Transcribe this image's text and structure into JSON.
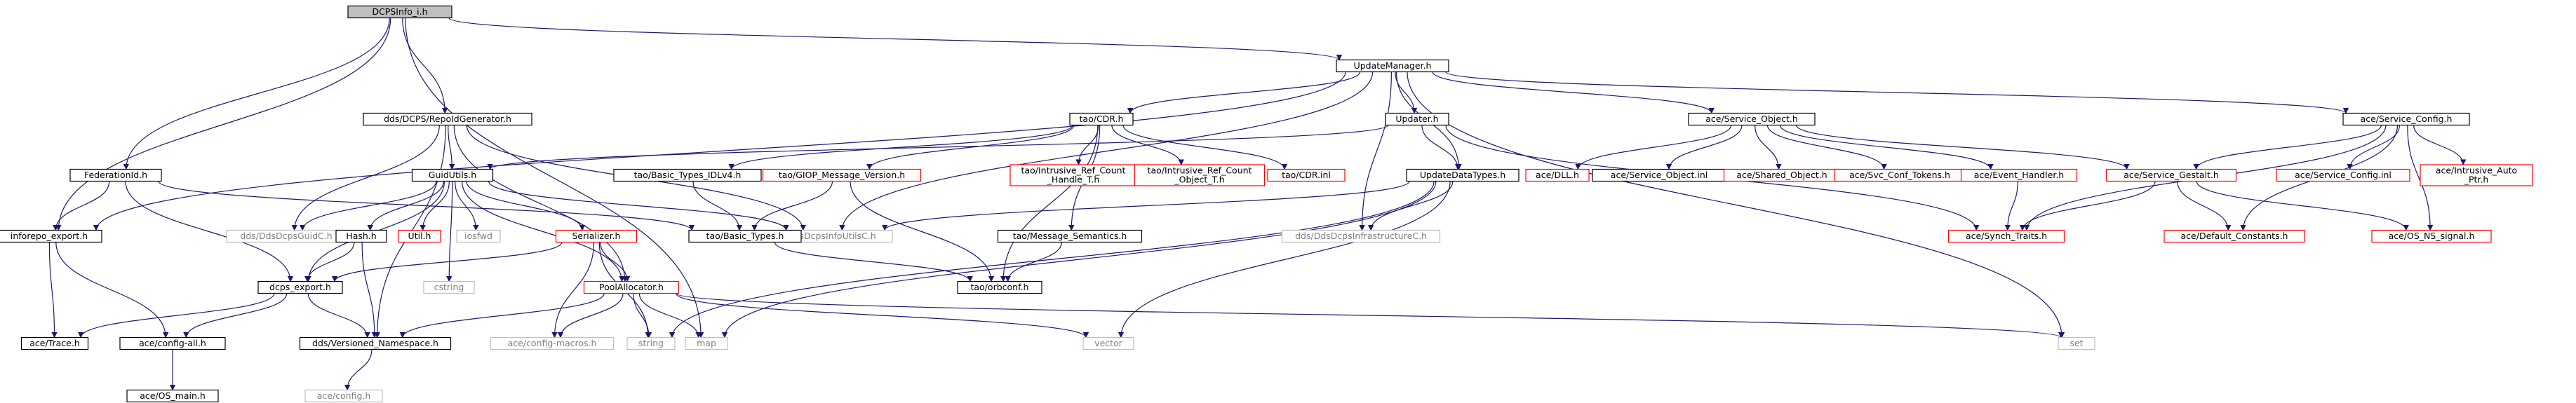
{
  "colors": {
    "edge": "#191970",
    "border_found": "#000000",
    "border_missing": "#bfbfbf",
    "border_external": "#ff0000",
    "text_found": "#000000",
    "text_missing": "#808080",
    "fill_root": "#bfbfbf",
    "fill_node": "#ffffff"
  },
  "nodes": {
    "root": {
      "label": "DCPSInfo_i.h",
      "kind": "root"
    },
    "update_manager": {
      "label": "UpdateManager.h",
      "kind": "found"
    },
    "repoid_generator": {
      "label": "dds/DCPS/RepoIdGenerator.h",
      "kind": "found"
    },
    "federation_id": {
      "label": "FederationId.h",
      "kind": "found"
    },
    "inforepo_export": {
      "label": "inforepo_export.h",
      "kind": "found"
    },
    "guid_utils": {
      "label": "GuidUtils.h",
      "kind": "found"
    },
    "tao_cdr": {
      "label": "tao/CDR.h",
      "kind": "found"
    },
    "updater": {
      "label": "Updater.h",
      "kind": "found"
    },
    "ace_service_object": {
      "label": "ace/Service_Object.h",
      "kind": "found"
    },
    "ace_service_config": {
      "label": "ace/Service_Config.h",
      "kind": "found"
    },
    "tao_basic_types_idlv4": {
      "label": "tao/Basic_Types_IDLv4.h",
      "kind": "found"
    },
    "tao_giop_message_version": {
      "label": "tao/GIOP_Message_Version.h",
      "kind": "external"
    },
    "tao_intrusive_ref_count_handle": {
      "label": [
        "tao/Intrusive_Ref_Count",
        "_Handle_T.h"
      ],
      "kind": "external"
    },
    "tao_intrusive_ref_count_object": {
      "label": [
        "tao/Intrusive_Ref_Count",
        "_Object_T.h"
      ],
      "kind": "external"
    },
    "tao_cdr_inl": {
      "label": "tao/CDR.inl",
      "kind": "external"
    },
    "update_data_types": {
      "label": "UpdateDataTypes.h",
      "kind": "found"
    },
    "ace_dll": {
      "label": "ace/DLL.h",
      "kind": "external"
    },
    "ace_service_object_inl": {
      "label": "ace/Service_Object.inl",
      "kind": "found"
    },
    "ace_shared_object": {
      "label": "ace/Shared_Object.h",
      "kind": "external"
    },
    "ace_svc_conf_tokens": {
      "label": "ace/Svc_Conf_Tokens.h",
      "kind": "external"
    },
    "ace_event_handler": {
      "label": "ace/Event_Handler.h",
      "kind": "external"
    },
    "ace_service_gestalt": {
      "label": "ace/Service_Gestalt.h",
      "kind": "external"
    },
    "ace_service_config_inl": {
      "label": "ace/Service_Config.inl",
      "kind": "external"
    },
    "ace_intrusive_auto_ptr": {
      "label": [
        "ace/Intrusive_Auto",
        "_Ptr.h"
      ],
      "kind": "external"
    },
    "dds_dcps_guid_c": {
      "label": "dds/DdsDcpsGuidC.h",
      "kind": "missing"
    },
    "hash": {
      "label": "Hash.h",
      "kind": "found"
    },
    "util": {
      "label": "Util.h",
      "kind": "external"
    },
    "iosfwd": {
      "label": "iosfwd",
      "kind": "missing"
    },
    "serializer": {
      "label": "Serializer.h",
      "kind": "external"
    },
    "dds_dcps_info_utils_c": {
      "label": "dds/DdsDcpsInfoUtilsC.h",
      "kind": "missing"
    },
    "tao_basic_types": {
      "label": "tao/Basic_Types.h",
      "kind": "found"
    },
    "tao_message_semantics": {
      "label": "tao/Message_Semantics.h",
      "kind": "found"
    },
    "dds_dcps_infrastructure_c": {
      "label": "dds/DdsDcpsInfrastructureC.h",
      "kind": "missing"
    },
    "ace_synch_traits": {
      "label": "ace/Synch_Traits.h",
      "kind": "external"
    },
    "ace_default_constants": {
      "label": "ace/Default_Constants.h",
      "kind": "external"
    },
    "ace_os_ns_signal": {
      "label": "ace/OS_NS_signal.h",
      "kind": "external"
    },
    "cstring": {
      "label": "cstring",
      "kind": "missing"
    },
    "dcps_export": {
      "label": "dcps_export.h",
      "kind": "found"
    },
    "pool_allocator": {
      "label": "PoolAllocator.h",
      "kind": "external"
    },
    "tao_orbconf": {
      "label": "tao/orbconf.h",
      "kind": "found"
    },
    "ace_trace": {
      "label": "ace/Trace.h",
      "kind": "found"
    },
    "ace_config_all": {
      "label": "ace/config-all.h",
      "kind": "found"
    },
    "dds_versioned_namespace": {
      "label": "dds/Versioned_Namespace.h",
      "kind": "found"
    },
    "ace_config_macros": {
      "label": "ace/config-macros.h",
      "kind": "missing"
    },
    "string": {
      "label": "string",
      "kind": "missing"
    },
    "map": {
      "label": "map",
      "kind": "missing"
    },
    "vector": {
      "label": "vector",
      "kind": "missing"
    },
    "set": {
      "label": "set",
      "kind": "missing"
    },
    "ace_os_main": {
      "label": "ace/OS_main.h",
      "kind": "found"
    },
    "ace_config": {
      "label": "ace/config.h",
      "kind": "missing"
    }
  },
  "edges": [
    [
      "root",
      "update_manager"
    ],
    [
      "root",
      "repoid_generator"
    ],
    [
      "root",
      "federation_id"
    ],
    [
      "root",
      "inforepo_export"
    ],
    [
      "root",
      "map"
    ],
    [
      "update_manager",
      "tao_cdr"
    ],
    [
      "update_manager",
      "updater"
    ],
    [
      "update_manager",
      "ace_service_object"
    ],
    [
      "update_manager",
      "ace_service_config"
    ],
    [
      "update_manager",
      "update_data_types"
    ],
    [
      "update_manager",
      "dds_dcps_info_utils_c"
    ],
    [
      "update_manager",
      "dds_dcps_infrastructure_c"
    ],
    [
      "update_manager",
      "inforepo_export"
    ],
    [
      "update_manager",
      "set"
    ],
    [
      "repoid_generator",
      "guid_utils"
    ],
    [
      "repoid_generator",
      "dds_dcps_guid_c"
    ],
    [
      "repoid_generator",
      "dds_dcps_info_utils_c"
    ],
    [
      "repoid_generator",
      "dds_versioned_namespace"
    ],
    [
      "repoid_generator",
      "pool_allocator"
    ],
    [
      "federation_id",
      "inforepo_export"
    ],
    [
      "federation_id",
      "tao_basic_types"
    ],
    [
      "federation_id",
      "dcps_export"
    ],
    [
      "inforepo_export",
      "ace_trace"
    ],
    [
      "inforepo_export",
      "ace_config_all"
    ],
    [
      "tao_cdr",
      "tao_basic_types_idlv4"
    ],
    [
      "tao_cdr",
      "tao_giop_message_version"
    ],
    [
      "tao_cdr",
      "tao_intrusive_ref_count_handle"
    ],
    [
      "tao_cdr",
      "tao_intrusive_ref_count_object"
    ],
    [
      "tao_cdr",
      "tao_cdr_inl"
    ],
    [
      "tao_cdr",
      "tao_message_semantics"
    ],
    [
      "tao_cdr",
      "tao_orbconf"
    ],
    [
      "updater",
      "update_data_types"
    ],
    [
      "updater",
      "guid_utils"
    ],
    [
      "updater",
      "ace_synch_traits"
    ],
    [
      "ace_service_object",
      "ace_dll"
    ],
    [
      "ace_service_object",
      "ace_service_object_inl"
    ],
    [
      "ace_service_object",
      "ace_shared_object"
    ],
    [
      "ace_service_object",
      "ace_svc_conf_tokens"
    ],
    [
      "ace_service_object",
      "ace_event_handler"
    ],
    [
      "ace_service_object",
      "ace_service_gestalt"
    ],
    [
      "ace_service_config",
      "ace_service_gestalt"
    ],
    [
      "ace_service_config",
      "ace_service_config_inl"
    ],
    [
      "ace_service_config",
      "ace_intrusive_auto_ptr"
    ],
    [
      "ace_service_config",
      "ace_synch_traits"
    ],
    [
      "ace_service_config",
      "ace_default_constants"
    ],
    [
      "ace_service_config",
      "ace_os_ns_signal"
    ],
    [
      "guid_utils",
      "dds_dcps_guid_c"
    ],
    [
      "guid_utils",
      "hash"
    ],
    [
      "guid_utils",
      "util"
    ],
    [
      "guid_utils",
      "iosfwd"
    ],
    [
      "guid_utils",
      "serializer"
    ],
    [
      "guid_utils",
      "dds_dcps_info_utils_c"
    ],
    [
      "guid_utils",
      "cstring"
    ],
    [
      "guid_utils",
      "dcps_export"
    ],
    [
      "guid_utils",
      "pool_allocator"
    ],
    [
      "tao_basic_types_idlv4",
      "tao_basic_types"
    ],
    [
      "tao_giop_message_version",
      "tao_basic_types"
    ],
    [
      "tao_giop_message_version",
      "tao_orbconf"
    ],
    [
      "tao_message_semantics",
      "tao_orbconf"
    ],
    [
      "tao_basic_types",
      "tao_orbconf"
    ],
    [
      "update_data_types",
      "dds_dcps_info_utils_c"
    ],
    [
      "update_data_types",
      "dds_dcps_infrastructure_c"
    ],
    [
      "update_data_types",
      "string"
    ],
    [
      "update_data_types",
      "vector"
    ],
    [
      "update_data_types",
      "map"
    ],
    [
      "ace_event_handler",
      "ace_synch_traits"
    ],
    [
      "ace_service_gestalt",
      "ace_synch_traits"
    ],
    [
      "ace_service_gestalt",
      "ace_default_constants"
    ],
    [
      "ace_service_gestalt",
      "ace_os_ns_signal"
    ],
    [
      "hash",
      "dcps_export"
    ],
    [
      "hash",
      "dds_versioned_namespace"
    ],
    [
      "serializer",
      "dcps_export"
    ],
    [
      "serializer",
      "pool_allocator"
    ],
    [
      "serializer",
      "ace_config_macros"
    ],
    [
      "serializer",
      "string"
    ],
    [
      "dcps_export",
      "ace_config_all"
    ],
    [
      "dcps_export",
      "dds_versioned_namespace"
    ],
    [
      "dcps_export",
      "ace_trace"
    ],
    [
      "pool_allocator",
      "dds_versioned_namespace"
    ],
    [
      "pool_allocator",
      "string"
    ],
    [
      "pool_allocator",
      "map"
    ],
    [
      "pool_allocator",
      "vector"
    ],
    [
      "pool_allocator",
      "set"
    ],
    [
      "pool_allocator",
      "ace_config_macros"
    ],
    [
      "ace_config_all",
      "ace_os_main"
    ],
    [
      "dds_versioned_namespace",
      "ace_config"
    ]
  ]
}
